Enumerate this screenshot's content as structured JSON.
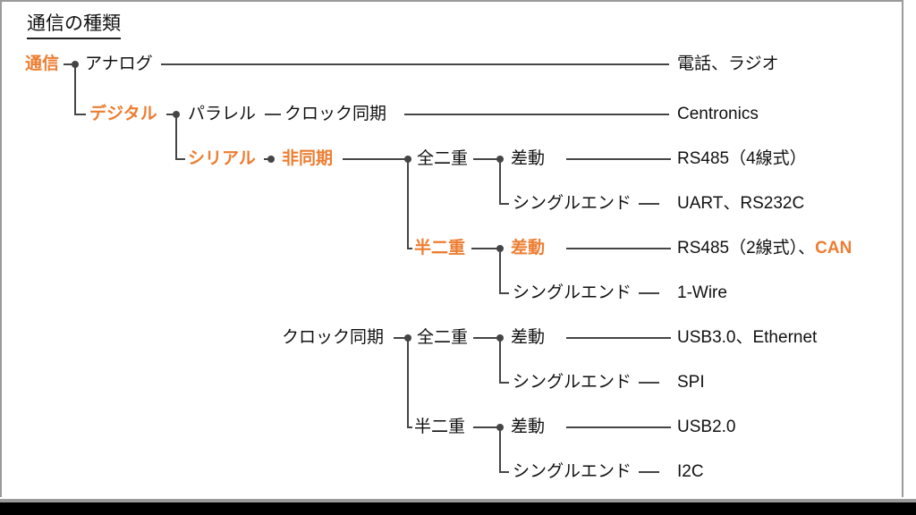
{
  "title": "通信の種類",
  "palette": {
    "accent_orange": "#ED7D31",
    "text_black": "#111111",
    "line_gray": "#454545",
    "frame_gray": "#9a9a9a",
    "letterbox_black": "#000000"
  },
  "tree": {
    "label": "通信",
    "children": [
      {
        "label": "アナログ",
        "examples": "電話、ラジオ"
      },
      {
        "label": "デジタル",
        "children": [
          {
            "label": "パラレル",
            "children": [
              {
                "label": "クロック同期",
                "examples": "Centronics"
              }
            ]
          },
          {
            "label": "シリアル",
            "children": [
              {
                "label": "非同期",
                "children": [
                  {
                    "label": "全二重",
                    "children": [
                      {
                        "label": "差動",
                        "examples": "RS485（4線式）"
                      },
                      {
                        "label": "シングルエンド",
                        "examples": "UART、RS232C"
                      }
                    ]
                  },
                  {
                    "label": "半二重",
                    "children": [
                      {
                        "label": "差動",
                        "examples": "RS485（2線式）、",
                        "examples_accent": "CAN"
                      },
                      {
                        "label": "シングルエンド",
                        "examples": "1-Wire"
                      }
                    ]
                  }
                ]
              },
              {
                "label": "クロック同期",
                "children": [
                  {
                    "label": "全二重",
                    "children": [
                      {
                        "label": "差動",
                        "examples": "USB3.0、Ethernet"
                      },
                      {
                        "label": "シングルエンド",
                        "examples": "SPI"
                      }
                    ]
                  },
                  {
                    "label": "半二重",
                    "children": [
                      {
                        "label": "差動",
                        "examples": "USB2.0"
                      },
                      {
                        "label": "シングルエンド",
                        "examples": "I2C"
                      }
                    ]
                  }
                ]
              }
            ]
          }
        ]
      }
    ]
  }
}
